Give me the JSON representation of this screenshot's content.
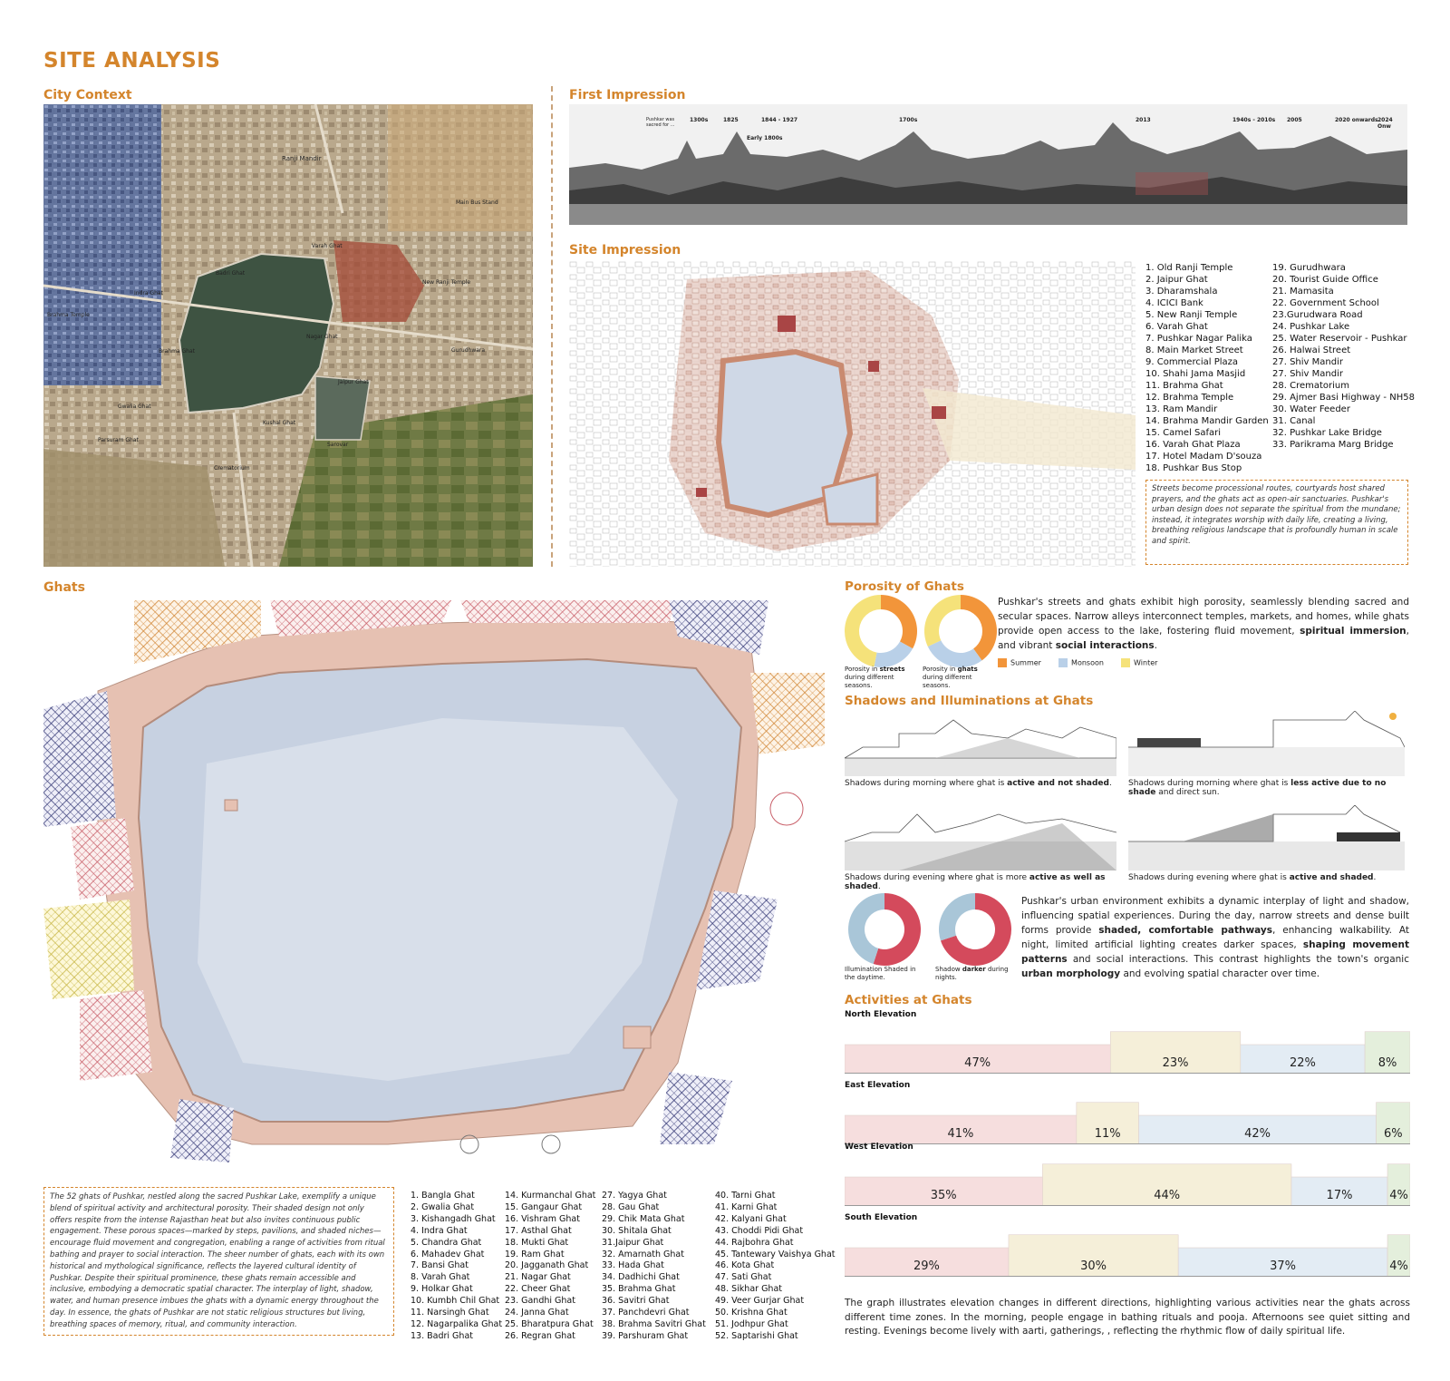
{
  "title": "SITE ANALYSIS",
  "sections": {
    "city_context": "City Context",
    "first_impression": "First Impression",
    "site_impression": "Site Impression",
    "ghats": "Ghats",
    "porosity": "Porosity of Ghats",
    "shadows": "Shadows and Illuminations at Ghats",
    "activities": "Activities at Ghats"
  },
  "map_labels": [
    "Ranji Mandir",
    "Main Bus Stand",
    "Varah Ghat",
    "Badri Ghat",
    "Indra Ghat",
    "Nagar Ghat",
    "New Ranji Temple",
    "Brahma Temple",
    "Brahma Ghat",
    "Gurudhwara",
    "Jaipur Ghat",
    "Gwalia Ghat",
    "Kushal Ghat",
    "Sarovar",
    "Crematorium",
    "Parsuram Ghat"
  ],
  "timeline": [
    {
      "year": "",
      "text": "Pushkar was sacred for ..."
    },
    {
      "year": "1300s",
      "text": "..."
    },
    {
      "year": "1825",
      "text": "..."
    },
    {
      "year": "1844 - 1927",
      "text": "..."
    },
    {
      "year": "Early 1800s",
      "text": "..."
    },
    {
      "year": "1700s",
      "text": "..."
    },
    {
      "year": "2013",
      "text": "..."
    },
    {
      "year": "1940s - 2010s",
      "text": "..."
    },
    {
      "year": "2005",
      "text": "..."
    },
    {
      "year": "2020 onwards",
      "text": "..."
    },
    {
      "year": "2024 Onw",
      "text": "..."
    }
  ],
  "site_legend_left": [
    "1. Old Ranji Temple",
    "2. Jaipur Ghat",
    "3. Dharamshala",
    "4. ICICI Bank",
    "5. New Ranji Temple",
    "6. Varah Ghat",
    "7. Pushkar Nagar Palika",
    "8. Main Market Street",
    "9. Commercial Plaza",
    "10. Shahi Jama Masjid",
    "11. Brahma Ghat",
    "12. Brahma Temple",
    "13. Ram Mandir",
    "14. Brahma Mandir Garden",
    "15. Camel Safari",
    "16. Varah Ghat Plaza",
    "17. Hotel Madam D'souza",
    "18. Pushkar Bus Stop"
  ],
  "site_legend_right": [
    "19. Gurudhwara",
    "20. Tourist Guide Office",
    "21. Mamasita",
    "22. Government School",
    "23.Gurudwara Road",
    "24. Pushkar Lake",
    "25. Water Reservoir - Pushkar",
    "26. Halwai Street",
    "27. Shiv Mandir",
    "27. Shiv Mandir",
    "28. Crematorium",
    "29. Ajmer Basi Highway - NH58",
    "30. Water Feeder",
    "31. Canal",
    "32. Pushkar Lake Bridge",
    "33. Parikrama Marg Bridge"
  ],
  "site_quote": "Streets become processional routes, courtyards host shared prayers, and the ghats act as open-air sanctuaries. Pushkar's urban design does not separate the spiritual from the mundane; instead, it integrates worship with daily life, creating a living, breathing religious landscape that is profoundly human in scale and spirit.",
  "ghats_quote": "The 52 ghats of Pushkar, nestled along the sacred Pushkar Lake, exemplify a unique blend of spiritual activity and architectural porosity. Their shaded design not only offers respite from the intense Rajasthan heat but also invites continuous public engagement. These porous spaces—marked by steps, pavilions, and shaded niches—encourage fluid movement and congregation, enabling a range of activities from ritual bathing and prayer to social interaction. The sheer number of ghats, each with its own historical and mythological significance, reflects the layered cultural identity of Pushkar. Despite their spiritual prominence, these ghats remain accessible and inclusive, embodying a democratic spatial character. The interplay of light, shadow, water, and human presence imbues the ghats with a dynamic energy throughout the day. In essence, the ghats of Pushkar are not static religious structures but living, breathing spaces of memory, ritual, and community interaction.",
  "ghat_col1": [
    "1. Bangla Ghat",
    "2. Gwalia Ghat",
    "3. Kishangadh Ghat",
    "4. Indra Ghat",
    "5. Chandra Ghat",
    "6. Mahadev Ghat",
    "7. Bansi Ghat",
    "8. Varah Ghat",
    "9. Holkar Ghat",
    "10. Kumbh Chil Ghat",
    "11. Narsingh Ghat",
    "12. Nagarpalika Ghat",
    "13. Badri Ghat"
  ],
  "ghat_col2": [
    "14.  Kurmanchal Ghat",
    "15. Gangaur Ghat",
    "16. Vishram Ghat",
    "17. Asthal Ghat",
    "18. Mukti Ghat",
    "19. Ram Ghat",
    "20. Jagganath Ghat",
    "21. Nagar Ghat",
    "22. Cheer Ghat",
    "23. Gandhi Ghat",
    "24. Janna Ghat",
    "25. Bharatpura Ghat",
    "26. Regran Ghat"
  ],
  "ghat_col3": [
    "27. Yagya Ghat",
    "28. Gau Ghat",
    "29. Chik Mata Ghat",
    "30. Shitala Ghat",
    "31.Jaipur Ghat",
    "32. Amarnath Ghat",
    "33. Hada Ghat",
    "34. Dadhichi Ghat",
    "35. Brahma Ghat",
    "36. Savitri Ghat",
    "37. Panchdevri Ghat",
    "38. Brahma Savitri Ghat",
    "39. Parshuram Ghat"
  ],
  "ghat_col4": [
    "40. Tarni Ghat",
    "41. Karni Ghat",
    "42. Kalyani Ghat",
    "43. Choddi Pidi Ghat",
    "44. Rajbohra Ghat",
    "45. Tantewary Vaishya Ghat",
    "46. Kota Ghat",
    "47. Sati Ghat",
    "48. Sikhar Ghat",
    "49. Veer Gurjar Ghat",
    "50. Krishna Ghat",
    "51. Jodhpur Ghat",
    "52. Saptarishi Ghat"
  ],
  "porosity": {
    "text_1": "Pushkar's streets and ghats exhibit high porosity, seamlessly blending sacred and secular spaces. Narrow alleys interconnect temples, markets, and homes, while ghats provide open access to the lake, fostering fluid movement, ",
    "bold_1": "spiritual immersion",
    "text_2": ", and vibrant ",
    "bold_2": "social interactions",
    "text_3": ".",
    "cap1_a": "Porosity in ",
    "cap1_b": "streets",
    "cap1_c": " during different seasons.",
    "cap2_a": "Porosity in ",
    "cap2_b": "ghats",
    "cap2_c": " during different seasons.",
    "legend": [
      {
        "label": "Summer",
        "color": "#f2953a"
      },
      {
        "label": "Monsoon",
        "color": "#b9d0e8"
      },
      {
        "label": "Winter",
        "color": "#f5e27a"
      }
    ]
  },
  "shadows": {
    "cap_a1": "Shadows during morning where ghat is ",
    "cap_a2": "active and not shaded",
    "cap_a3": ".",
    "cap_b1": "Shadows during morning where ghat is ",
    "cap_b2": "less active due to no shade",
    "cap_b3": " and direct sun.",
    "cap_c1": "Shadows during evening where ghat is more ",
    "cap_c2": "active as well as shaded",
    "cap_c3": ".",
    "cap_d1": "Shadows during evening where ghat is ",
    "cap_d2": "active and shaded",
    "cap_d3": ".",
    "illum_cap": "Illumination Shaded in the daytime.",
    "shadow_cap_a": "Shadow ",
    "shadow_cap_b": "darker",
    "shadow_cap_c": " during nights.",
    "para_1": "Pushkar's urban environment exhibits a dynamic interplay of light and shadow, influencing spatial experiences. During the day, narrow streets and dense built forms provide ",
    "para_b1": "shaded, comfortable pathways",
    "para_2": ", enhancing walkability. At night, limited artificial lighting creates darker spaces, ",
    "para_b2": "shaping movement patterns",
    "para_3": " and social interactions. This contrast highlights the town's organic ",
    "para_b3": "urban morphology",
    "para_4": " and evolving spatial character over time."
  },
  "chart_data": [
    {
      "type": "pie",
      "donut": true,
      "label": "Porosity in streets during different seasons.",
      "categories": [
        "Summer",
        "Monsoon",
        "Winter"
      ],
      "values": [
        33,
        20,
        47
      ]
    },
    {
      "type": "pie",
      "donut": true,
      "label": "Porosity in ghats during different seasons.",
      "categories": [
        "Summer",
        "Monsoon",
        "Winter"
      ],
      "values": [
        40,
        28,
        32
      ]
    },
    {
      "type": "pie",
      "donut": true,
      "label": "Illumination Shaded in the daytime.",
      "values": [
        55,
        45
      ],
      "colors": [
        "#d44a5c",
        "#a9c6d8"
      ]
    },
    {
      "type": "pie",
      "donut": true,
      "label": "Shadow darker during nights.",
      "values": [
        70,
        30
      ],
      "colors": [
        "#d44a5c",
        "#a9c6d8"
      ]
    },
    {
      "type": "bar",
      "stacked": true,
      "title": "North Elevation",
      "values": [
        47,
        23,
        22,
        8
      ]
    },
    {
      "type": "bar",
      "stacked": true,
      "title": "East Elevation",
      "values": [
        41,
        11,
        42,
        6
      ]
    },
    {
      "type": "bar",
      "stacked": true,
      "title": "West Elevation",
      "values": [
        35,
        44,
        17,
        4
      ]
    },
    {
      "type": "bar",
      "stacked": true,
      "title": "South Elevation",
      "values": [
        29,
        30,
        37,
        4
      ]
    }
  ],
  "elevations": [
    {
      "label": "North Elevation",
      "pcts": [
        "47%",
        "23%",
        "22%",
        "8%"
      ]
    },
    {
      "label": "East Elevation",
      "pcts": [
        "41%",
        "11%",
        "42%",
        "6%"
      ]
    },
    {
      "label": "West Elevation",
      "pcts": [
        "35%",
        "44%",
        "17%",
        "4%"
      ]
    },
    {
      "label": "South Elevation",
      "pcts": [
        "29%",
        "30%",
        "37%",
        "4%"
      ]
    }
  ],
  "activities_para": "The graph illustrates elevation changes in different directions, highlighting various activities near the ghats across different time zones. In the morning, people engage in bathing rituals and pooja. Afternoons see quiet sitting and resting. Evenings become lively with aarti, gatherings, , reflecting the rhythmic flow of daily spiritual life."
}
